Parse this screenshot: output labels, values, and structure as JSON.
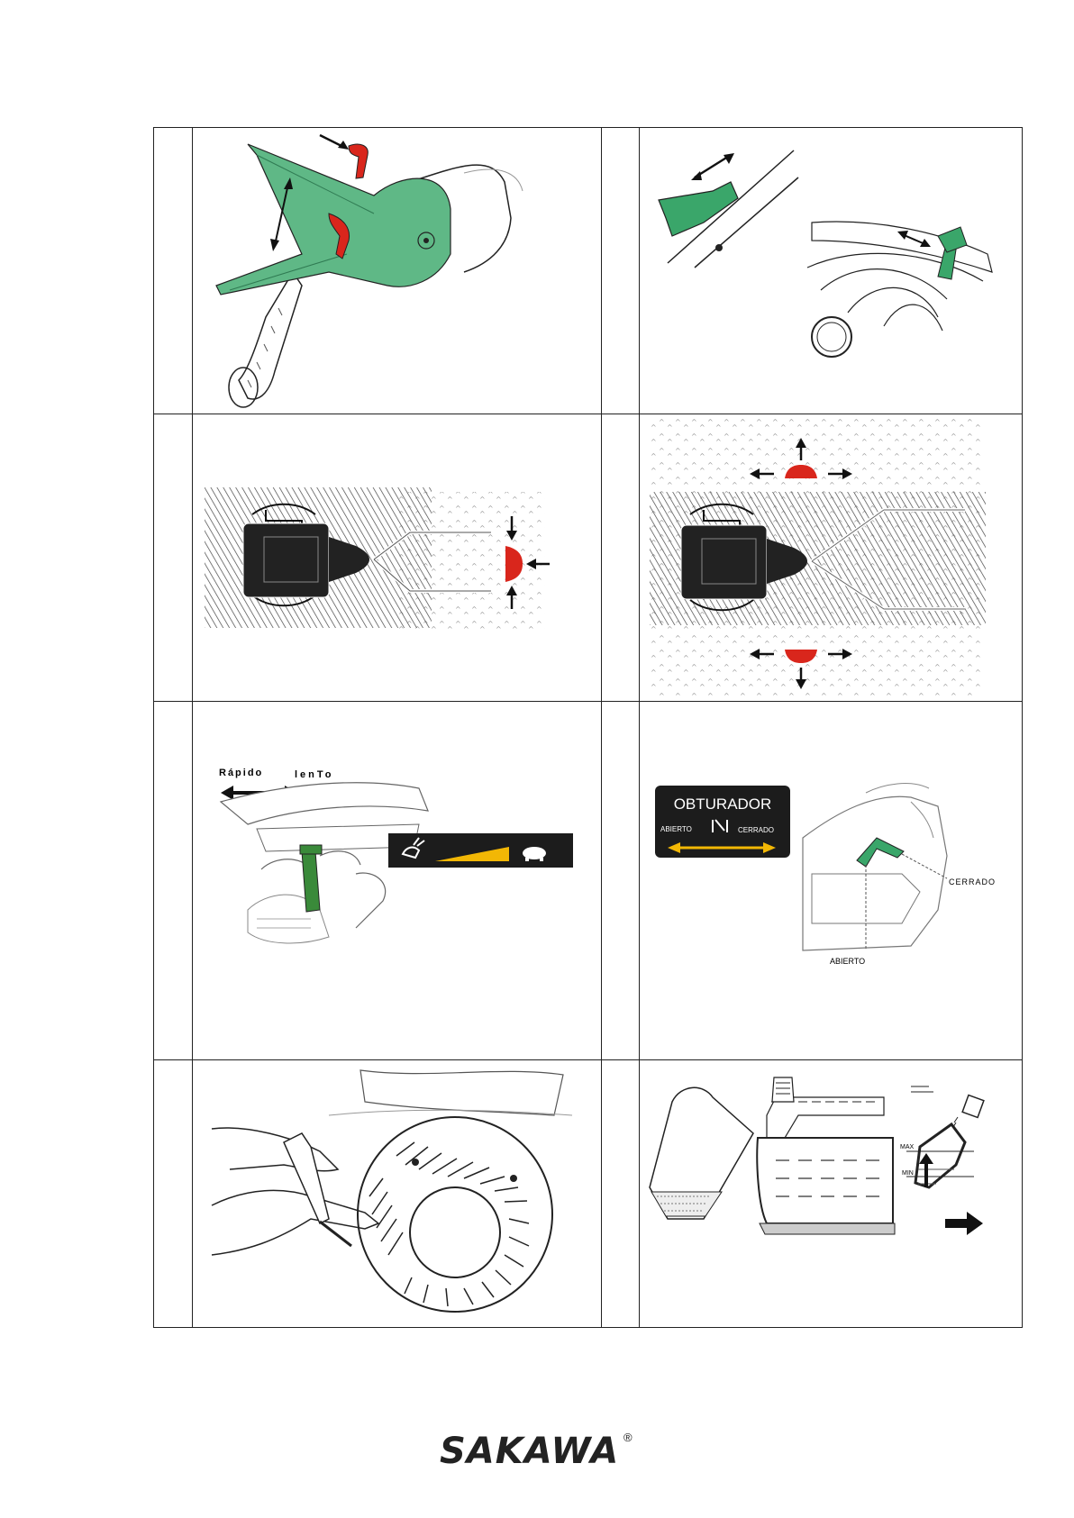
{
  "brand": {
    "logo_text": "SAKAWA",
    "registered_mark": "®"
  },
  "panels": {
    "p6": {
      "label_fast": "Rápido",
      "label_slow": "lenTo"
    },
    "p7": {
      "plate_title": "OBTURADOR",
      "plate_open": "ABIERTO",
      "plate_closed": "CERRADO",
      "label_closed": "CERRADO",
      "label_open": "ABIERTO"
    },
    "p9": {
      "label_max": "MAX",
      "label_min": "MIN"
    }
  },
  "colors": {
    "accent_green": "#3aa66a",
    "handle_green": "#5fb886",
    "warning_red": "#d9261c",
    "gauge_yellow": "#f2b705",
    "plate_dark": "#1c1c1c"
  }
}
